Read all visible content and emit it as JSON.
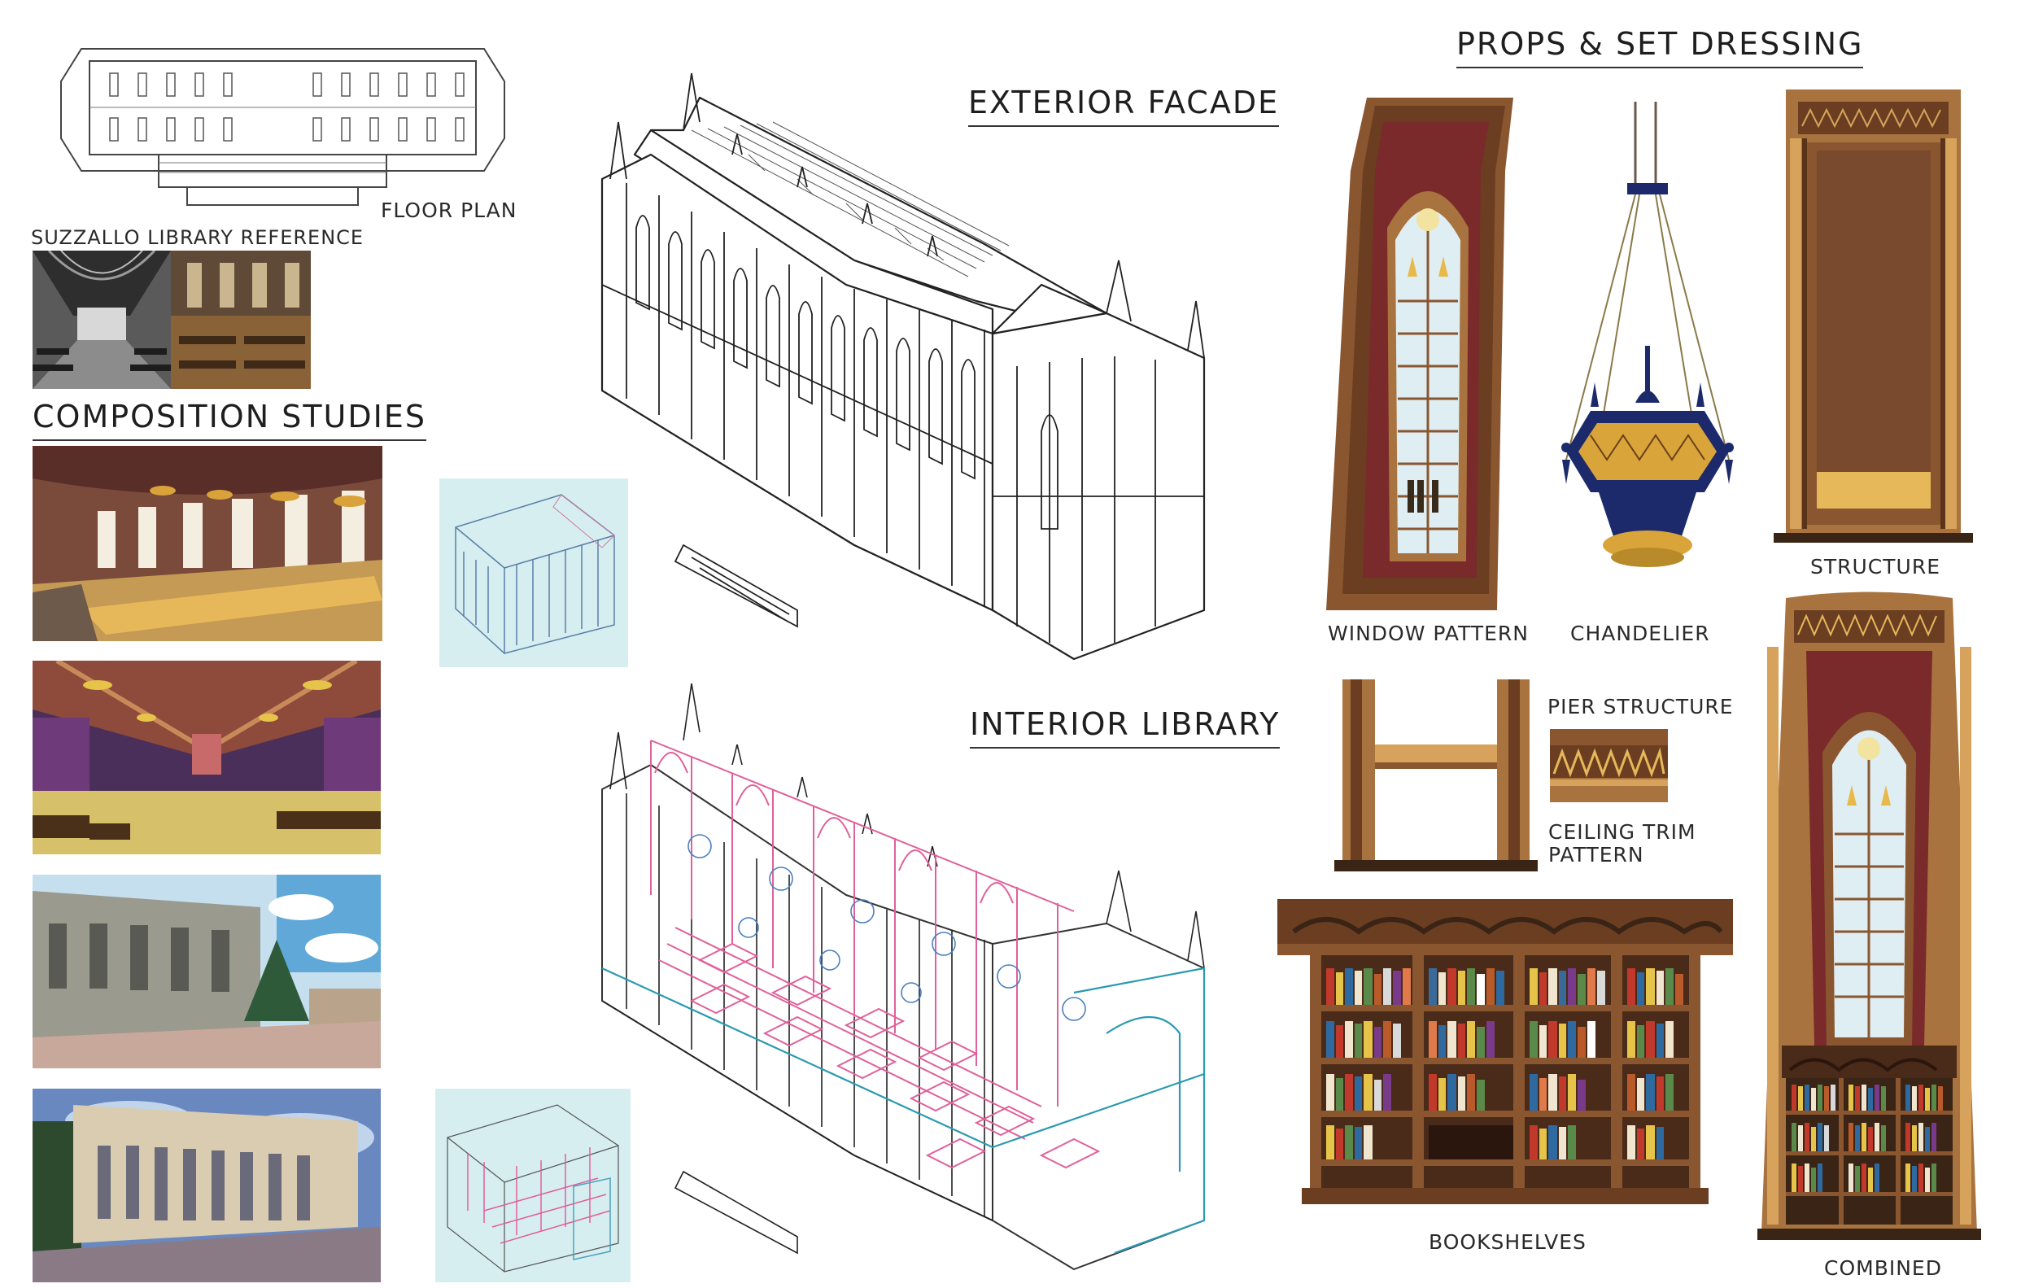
{
  "headings": {
    "exterior": "EXTERIOR FACADE",
    "interior": "INTERIOR LIBRARY",
    "composition": "COMPOSITION STUDIES",
    "props": "PROPS & SET DRESSING"
  },
  "labels": {
    "floor_plan": "FLOOR PLAN",
    "reference": "SUZZALLO LIBRARY REFERENCE",
    "window_pattern": "WINDOW PATTERN",
    "chandelier": "CHANDELIER",
    "structure": "STRUCTURE",
    "pier_structure": "PIER STRUCTURE",
    "ceiling_trim_line1": "CEILING TRIM",
    "ceiling_trim_line2": "PATTERN",
    "bookshelves": "BOOKSHELVES",
    "combined": "COMBINED"
  },
  "colors": {
    "wood_dark": "#6b3e22",
    "wood_mid": "#a8733e",
    "wood_light": "#d7a35c",
    "glass": "#dfeef2",
    "navy": "#1c2a6b",
    "gold": "#d9a43a",
    "pink_wire": "#e0609a",
    "blue_wire": "#4aa0c0",
    "sky": "#9cc9e6"
  }
}
